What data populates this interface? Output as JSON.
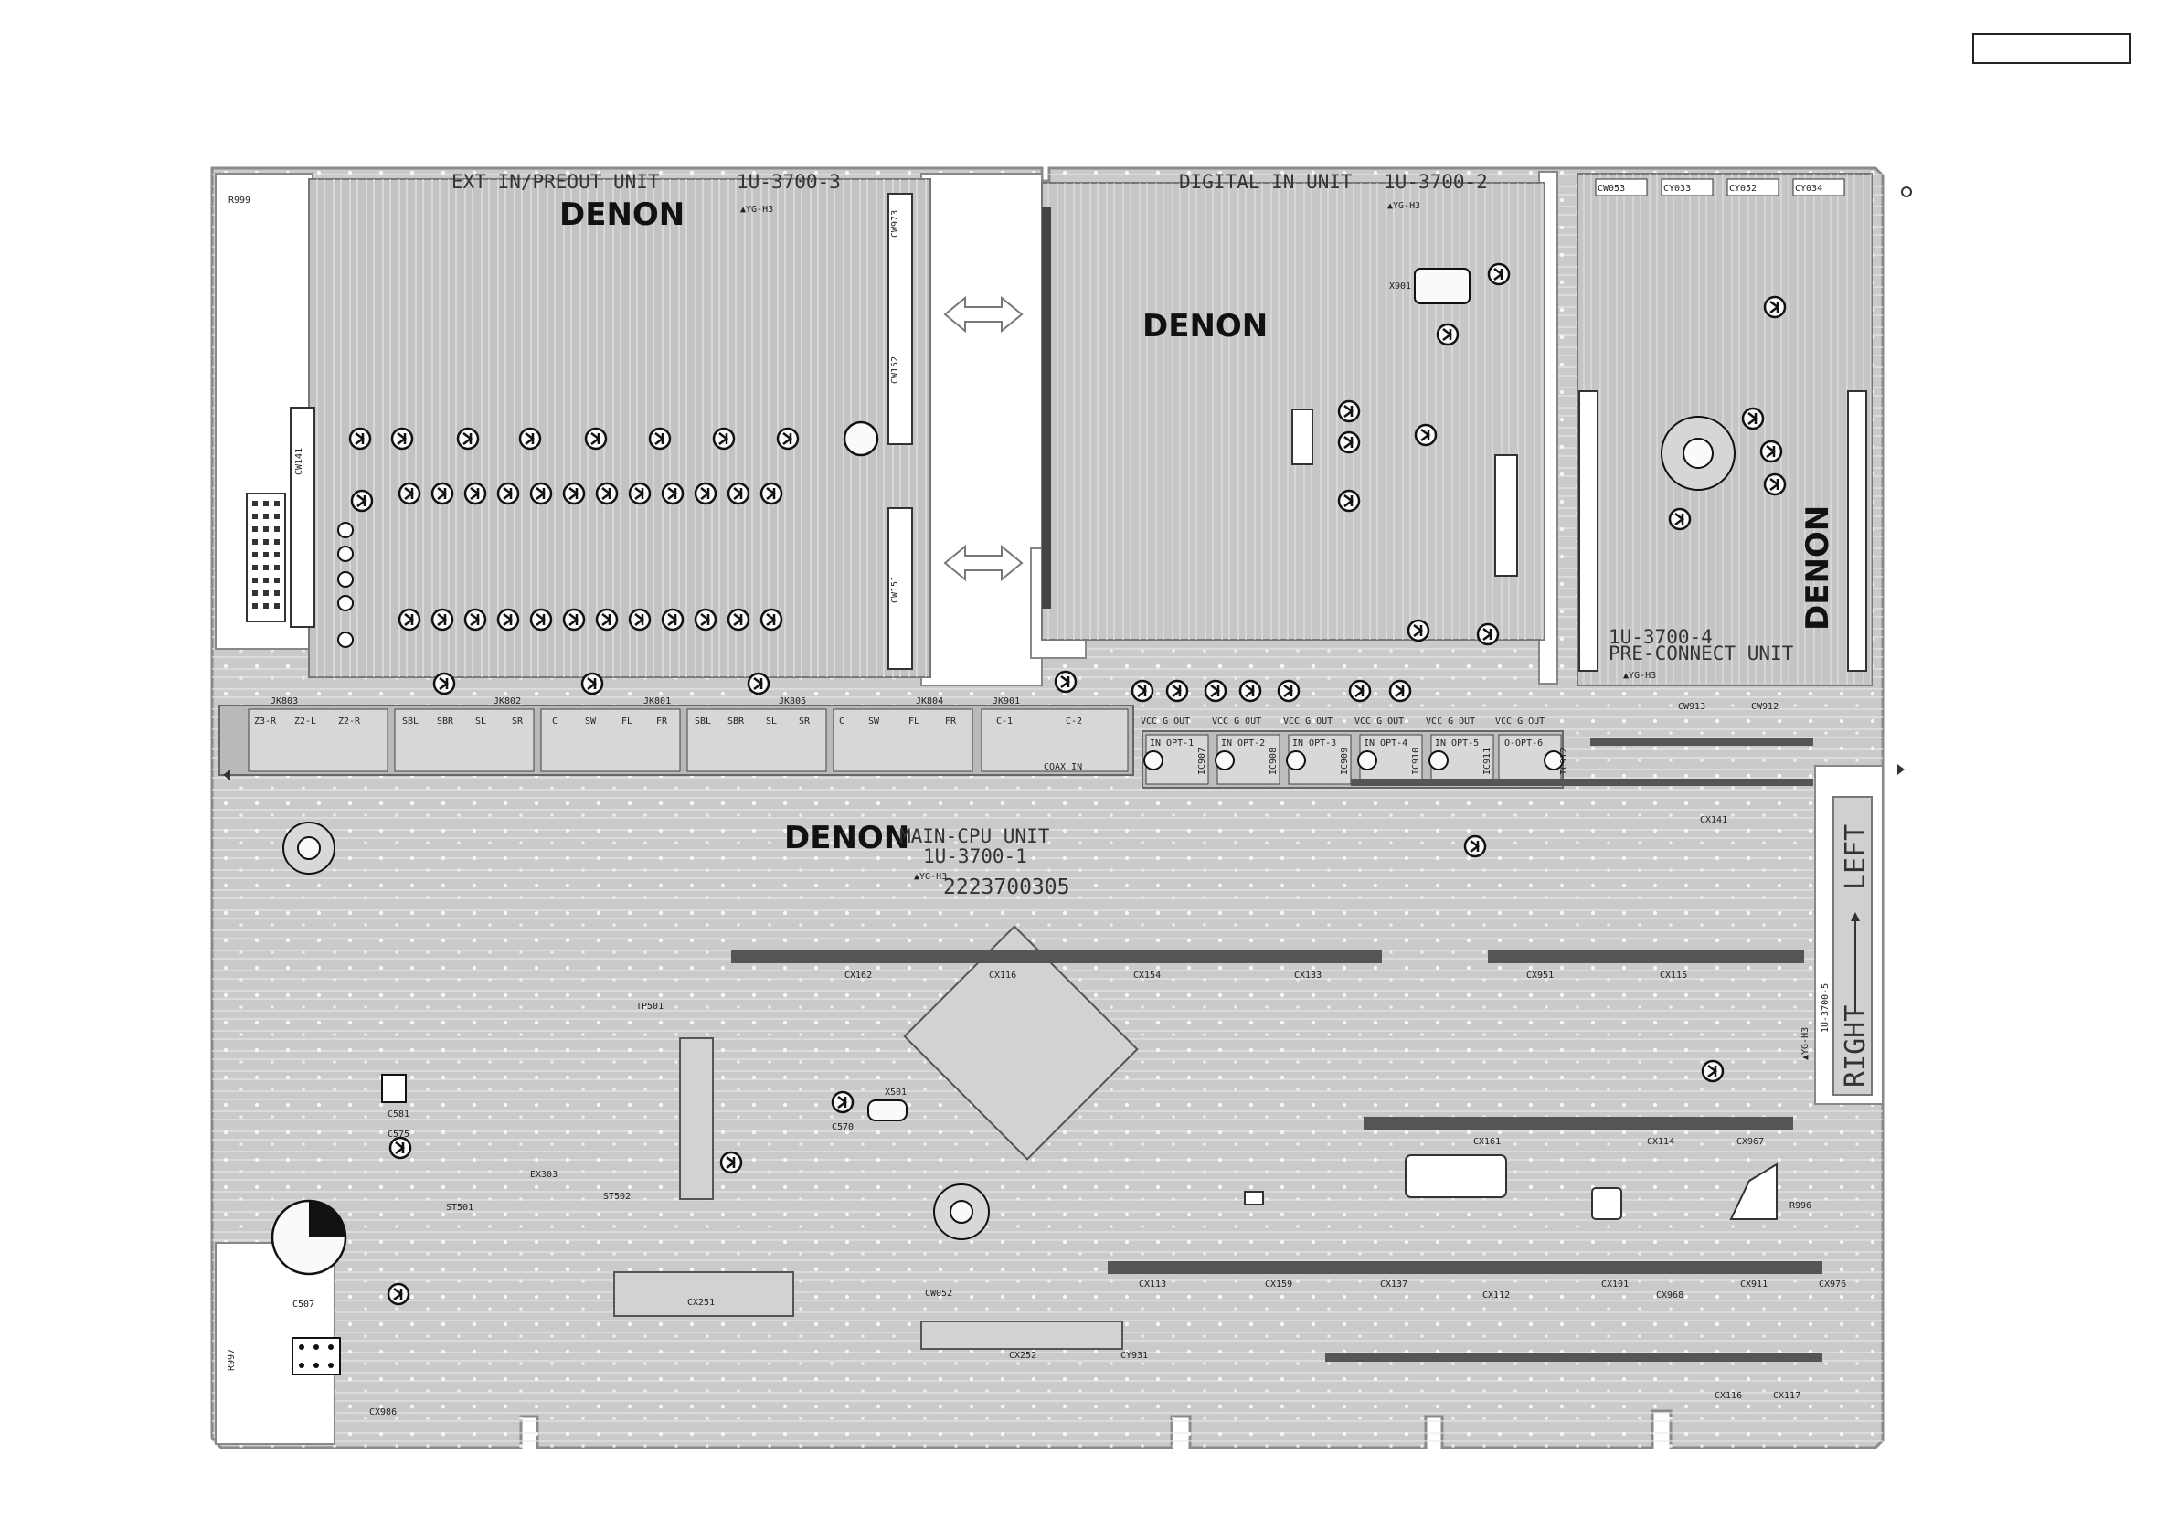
{
  "title_box": "",
  "units": {
    "ext_in": {
      "title": "EXT IN/PREOUT UNIT",
      "part": "1U-3700-3",
      "brand": "DENON",
      "mark": "▲YG-H3"
    },
    "digital_in": {
      "title": "DIGITAL IN UNIT",
      "part": "1U-3700-2",
      "brand": "DENON",
      "mark": "▲YG-H3"
    },
    "pre_connect": {
      "title": "PRE-CONNECT UNIT",
      "part": "1U-3700-4",
      "brand": "DENON",
      "mark": "▲YG-H3"
    },
    "main_cpu": {
      "title": "MAIN-CPU UNIT",
      "part": "1U-3700-1",
      "brand": "DENON",
      "mark": "▲YG-H3",
      "serial": "2223700305"
    },
    "right_left": {
      "part": "1U-3700-5",
      "right": "RIGHT",
      "left": "LEFT",
      "mark": "▲YG-H3"
    }
  },
  "connectors": {
    "cw973": "CW973",
    "cw152": "CW152",
    "cw151": "CW151",
    "cw141": "CW141",
    "cw053": "CW053",
    "cy033": "CY033",
    "cy052": "CY052",
    "cy034": "CY034",
    "cx141": "CX141",
    "cx162": "CX162",
    "cx116": "CX116",
    "cx154": "CX154",
    "cx133": "CX133",
    "cx951": "CX951",
    "cx115": "CX115",
    "cx161": "CX161",
    "cx114": "CX114",
    "cx967": "CX967",
    "cx113": "CX113",
    "cx159": "CX159",
    "cx137": "CX137",
    "cx112": "CX112",
    "cx101": "CX101",
    "cx968": "CX968",
    "cx911": "CX911",
    "cx976": "CX976",
    "cx252": "CX252",
    "cx251": "CX251",
    "cx116b": "CX116",
    "cx117": "CX117",
    "cw912": "CW912",
    "cw913": "CW913",
    "cw052": "CW052",
    "cy931": "CY931"
  },
  "jacks": [
    "JK803",
    "JK802",
    "JK801",
    "JK805",
    "JK804",
    "JK901"
  ],
  "jack_labels": [
    "Z3-R",
    "Z2-L",
    "Z2-R",
    "SBL",
    "SBR",
    "SL",
    "SR",
    "C",
    "SW",
    "FL",
    "FR",
    "SBL",
    "SBR",
    "SL",
    "SR",
    "C",
    "SW",
    "FL",
    "FR",
    "C-1",
    "C-2"
  ],
  "optical": [
    {
      "label": "IN OPT-1",
      "pins": "VCC G OUT",
      "ic": "IC907"
    },
    {
      "label": "IN OPT-2",
      "pins": "VCC G OUT",
      "ic": "IC908"
    },
    {
      "label": "IN OPT-3",
      "pins": "VCC G OUT",
      "ic": "IC909"
    },
    {
      "label": "IN OPT-4",
      "pins": "VCC G OUT",
      "ic": "IC910"
    },
    {
      "label": "IN OPT-5",
      "pins": "VCC G OUT",
      "ic": "IC911"
    },
    {
      "label": "O-OPT-6",
      "pins": "VCC G OUT",
      "ic": "IC912"
    }
  ],
  "misc_labels": {
    "coax_in": "COAX IN",
    "x501": "X501",
    "c570": "C570",
    "c507": "C507",
    "x901": "X901",
    "tp501": "TP501",
    "st502": "ST502",
    "st501": "ST501",
    "c581": "C581",
    "c575": "C575",
    "r999": "R999",
    "r996": "R996",
    "r997": "R997",
    "ex303": "EX303",
    "cx986": "CX986"
  },
  "colors": {
    "board": "#c9c9c9",
    "trace": "#f2f2f2",
    "ink": "#222222",
    "bg": "#ffffff",
    "dark": "#444444"
  }
}
